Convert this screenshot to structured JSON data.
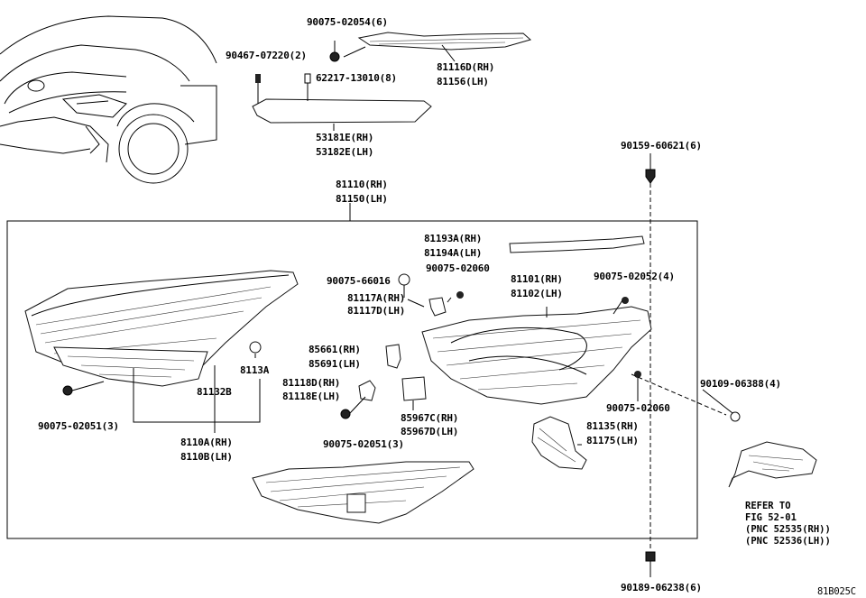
{
  "diagram_id": "81B025C",
  "labels": {
    "p90075_02054": "90075-02054(6)",
    "p90467": "90467-07220(2)",
    "p62217": "62217-13010(8)",
    "p81116d": "81116D(RH)",
    "p81156": "81156(LH)",
    "p53181e": "53181E(RH)",
    "p53182e": "53182E(LH)",
    "p90159": "90159-60621(6)",
    "p81110": "81110(RH)",
    "p81150": "81150(LH)",
    "p81193a": "81193A(RH)",
    "p81194a": "81194A(LH)",
    "p90075_66016": "90075-66016",
    "p90075_02060a": "90075-02060",
    "p81101": "81101(RH)",
    "p81102": "81102(LH)",
    "p90075_02052": "90075-02052(4)",
    "p81117a": "81117A(RH)",
    "p81117d": "81117D(LH)",
    "p85661": "85661(RH)",
    "p85691": "85691(LH)",
    "p8113a": "8113A",
    "p81118d": "81118D(RH)",
    "p81118e": "81118E(LH)",
    "p81132b": "81132B",
    "p90109": "90109-06388(4)",
    "p90075_02060b": "90075-02060",
    "p85967c": "85967C(RH)",
    "p85967d": "85967D(LH)",
    "p90075_02051a": "90075-02051(3)",
    "p90075_02051b": "90075-02051(3)",
    "p81135": "81135(RH)",
    "p81175": "81175(LH)",
    "p8110a": "8110A(RH)",
    "p8110b": "8110B(LH)",
    "refer1": "REFER TO",
    "refer2": "FIG 52-01",
    "refer3": "(PNC 52535(RH))",
    "refer4": "(PNC 52536(LH))",
    "p90189": "90189-06238(6)"
  }
}
